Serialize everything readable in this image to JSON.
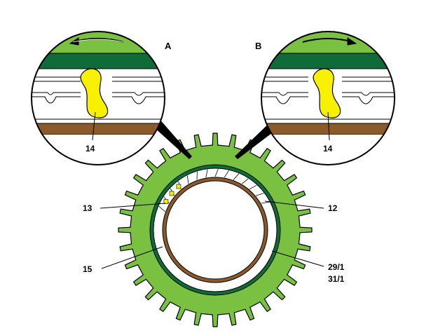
{
  "labels": {
    "A": "A",
    "B": "B",
    "detail_left": "14",
    "detail_right": "14",
    "l12": "12",
    "l13": "13",
    "l15": "15",
    "l29": "29/1",
    "l31": "31/1"
  },
  "gear": {
    "teeth": 32
  },
  "colors": {
    "gear_green": "#7ac142",
    "dark_green": "#0f6b38",
    "bronze": "#8b5a2b",
    "clutch_yellow": "#f7f000",
    "outline": "#000000",
    "white": "#ffffff"
  },
  "rotation": {
    "left": "counter-clockwise",
    "right": "clockwise"
  }
}
